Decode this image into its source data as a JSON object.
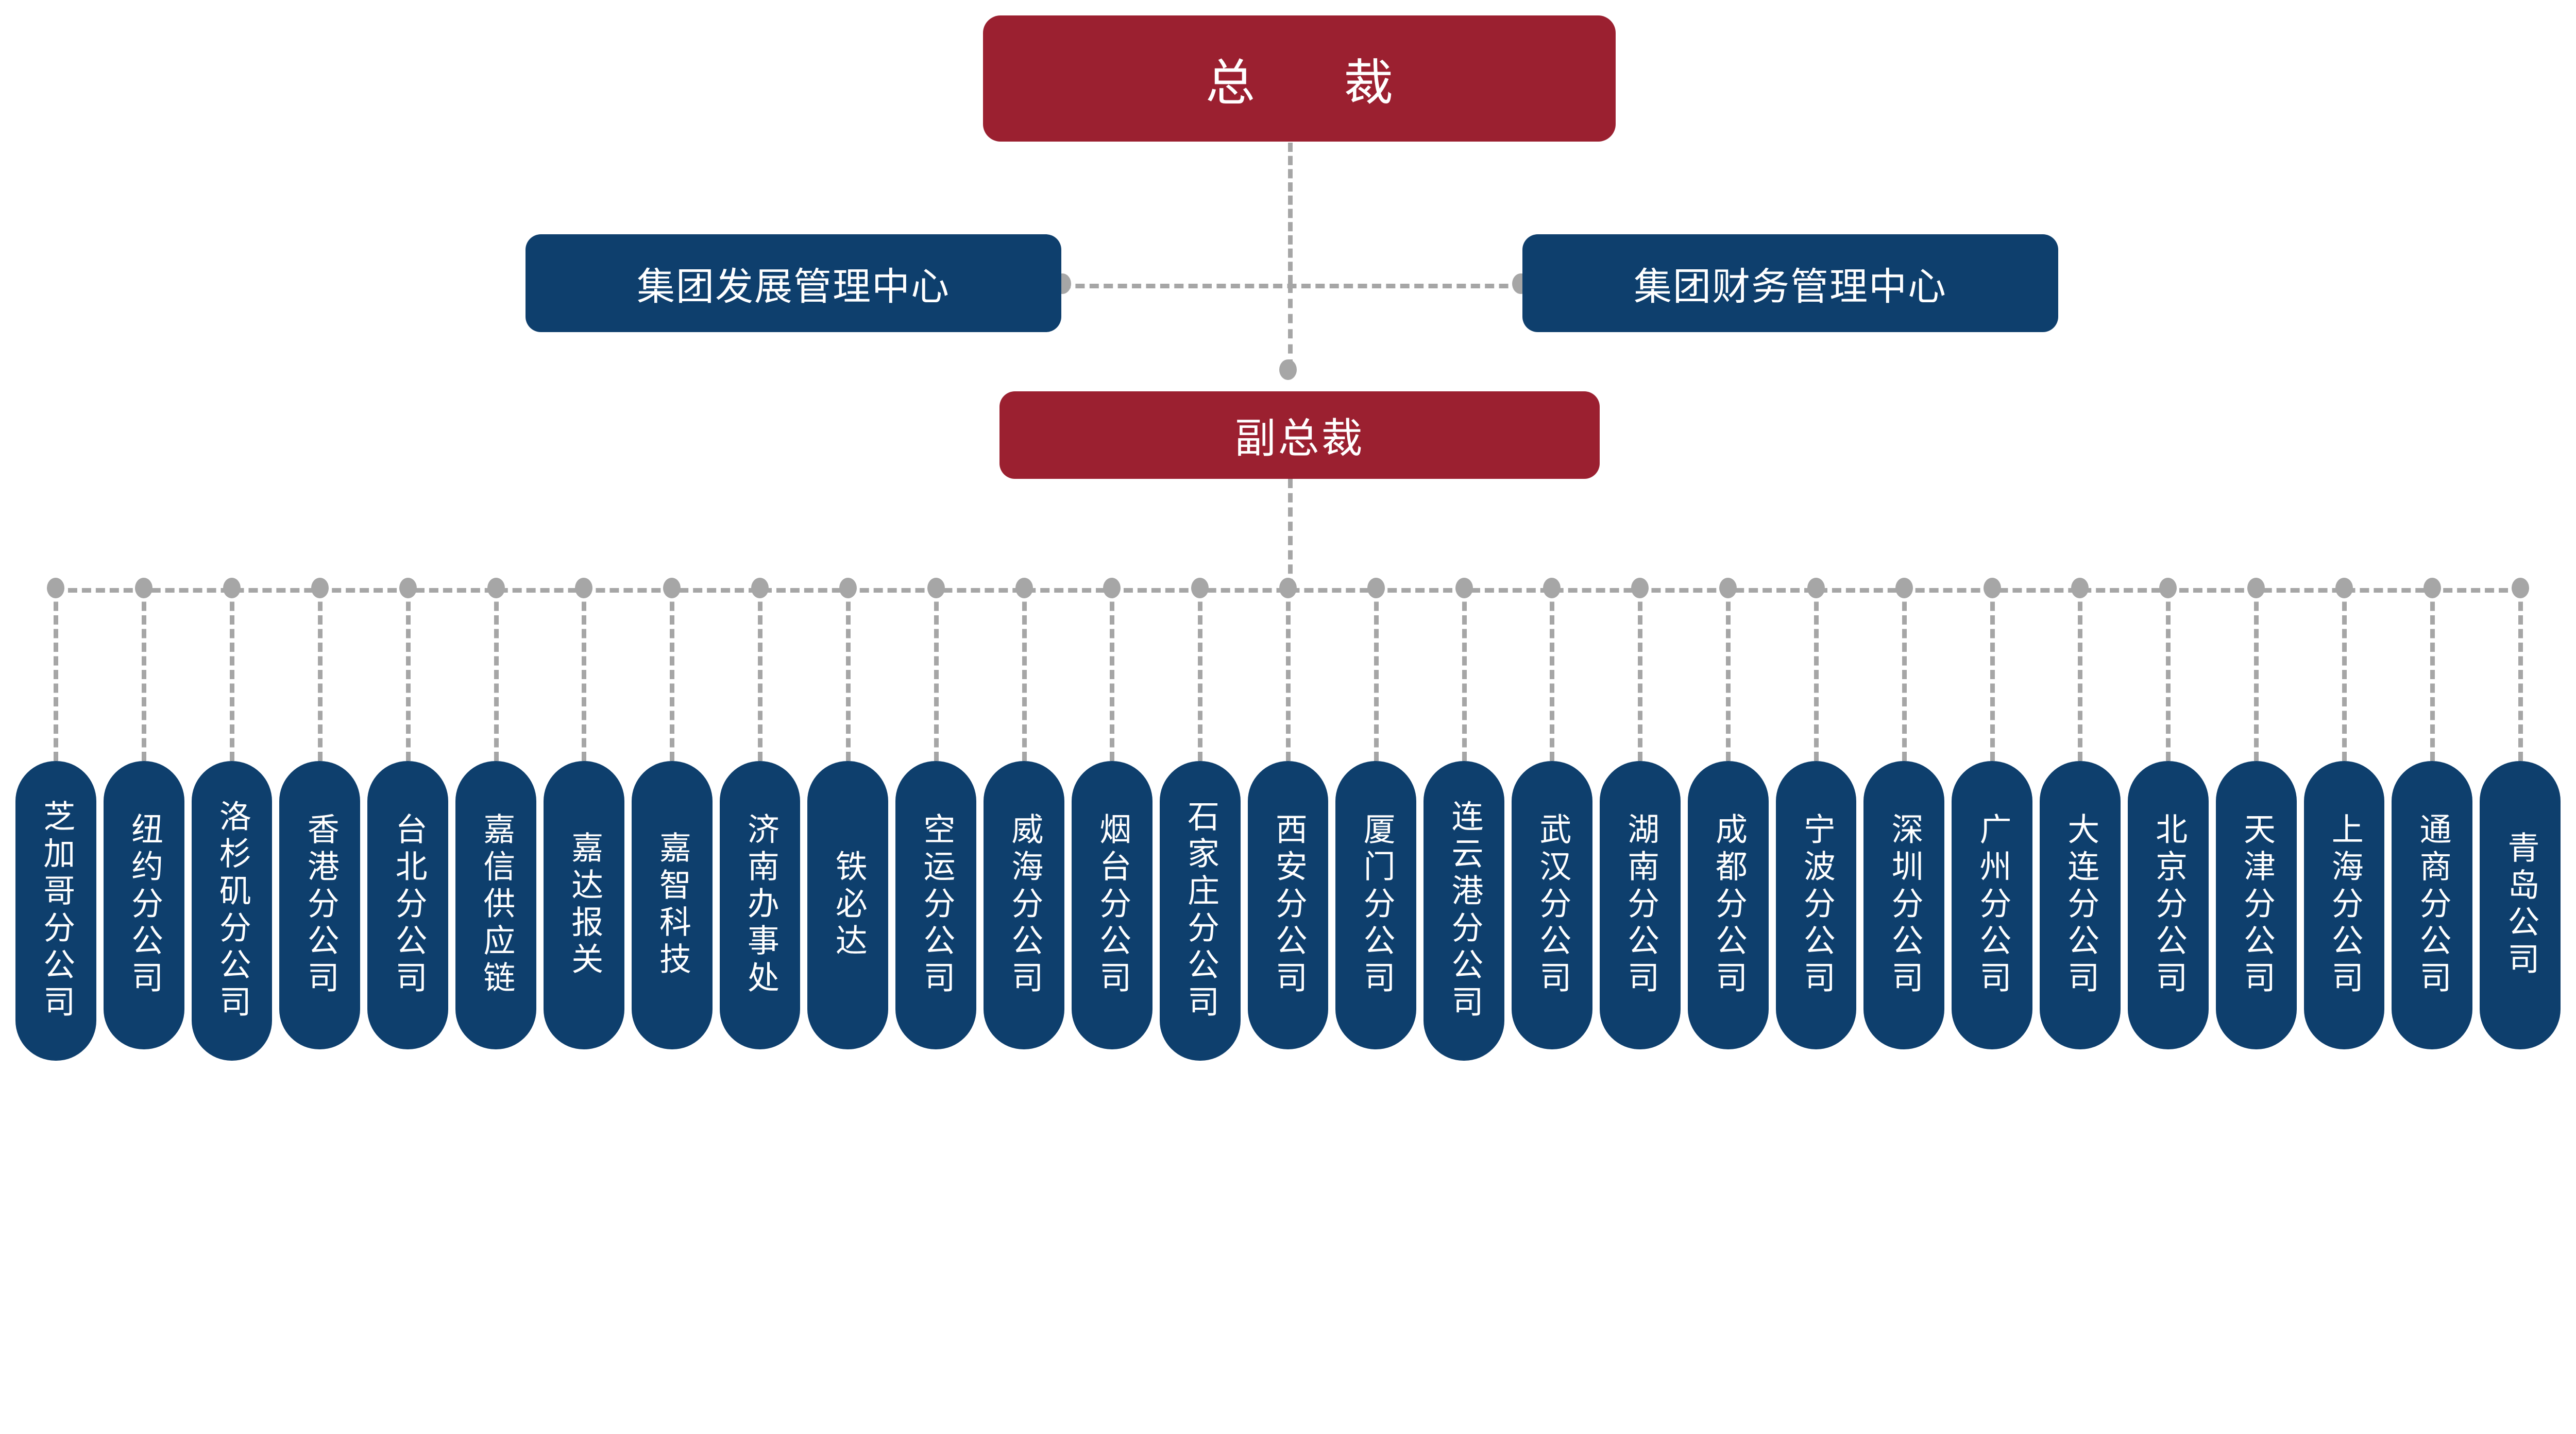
{
  "theme": {
    "red": "#9b2030",
    "blue": "#0e3f6d",
    "connector_gray": "#a6a6a6",
    "background": "#ffffff",
    "text_on_box": "#ffffff"
  },
  "chart_data": {
    "type": "diagram",
    "diagram_kind": "organizational-chart",
    "title": "",
    "orientation": "top-down",
    "levels": [
      {
        "level": 1,
        "nodes": [
          "总　裁"
        ]
      },
      {
        "level": 2,
        "nodes": [
          "集团发展管理中心",
          "集团财务管理中心"
        ]
      },
      {
        "level": 3,
        "nodes": [
          "副总裁"
        ]
      },
      {
        "level": 4,
        "nodes": [
          "芝加哥分公司",
          "纽约分公司",
          "洛杉矶分公司",
          "香港分公司",
          "台北分公司",
          "嘉信供应链",
          "嘉达报关",
          "嘉智科技",
          "济南办事处",
          "铁必达",
          "空运分公司",
          "威海分公司",
          "烟台分公司",
          "石家庄分公司",
          "西安分公司",
          "厦门分公司",
          "连云港分公司",
          "武汉分公司",
          "湖南分公司",
          "成都分公司",
          "宁波分公司",
          "深圳分公司",
          "广州分公司",
          "大连分公司",
          "北京分公司",
          "天津分公司",
          "上海分公司",
          "通商分公司",
          "青岛公司"
        ]
      }
    ],
    "edges": [
      {
        "from": "总　裁",
        "to": "副总裁"
      },
      {
        "from": "总　裁",
        "to": "集团发展管理中心"
      },
      {
        "from": "总　裁",
        "to": "集团财务管理中心"
      },
      {
        "from": "副总裁",
        "to": "branch-bus"
      }
    ],
    "branch_count": 29
  },
  "president": {
    "label": "总　裁"
  },
  "staff_left": {
    "label": "集团发展管理中心"
  },
  "staff_right": {
    "label": "集团财务管理中心"
  },
  "vice_president": {
    "label": "副总裁"
  },
  "branches": [
    {
      "label": "芝加哥分公司"
    },
    {
      "label": "纽约分公司"
    },
    {
      "label": "洛杉矶分公司"
    },
    {
      "label": "香港分公司"
    },
    {
      "label": "台北分公司"
    },
    {
      "label": "嘉信供应链"
    },
    {
      "label": "嘉达报关"
    },
    {
      "label": "嘉智科技"
    },
    {
      "label": "济南办事处"
    },
    {
      "label": "铁必达"
    },
    {
      "label": "空运分公司"
    },
    {
      "label": "威海分公司"
    },
    {
      "label": "烟台分公司"
    },
    {
      "label": "石家庄分公司"
    },
    {
      "label": "西安分公司"
    },
    {
      "label": "厦门分公司"
    },
    {
      "label": "连云港分公司"
    },
    {
      "label": "武汉分公司"
    },
    {
      "label": "湖南分公司"
    },
    {
      "label": "成都分公司"
    },
    {
      "label": "宁波分公司"
    },
    {
      "label": "深圳分公司"
    },
    {
      "label": "广州分公司"
    },
    {
      "label": "大连分公司"
    },
    {
      "label": "北京分公司"
    },
    {
      "label": "天津分公司"
    },
    {
      "label": "上海分公司"
    },
    {
      "label": "通商分公司"
    },
    {
      "label": "青岛公司"
    }
  ]
}
